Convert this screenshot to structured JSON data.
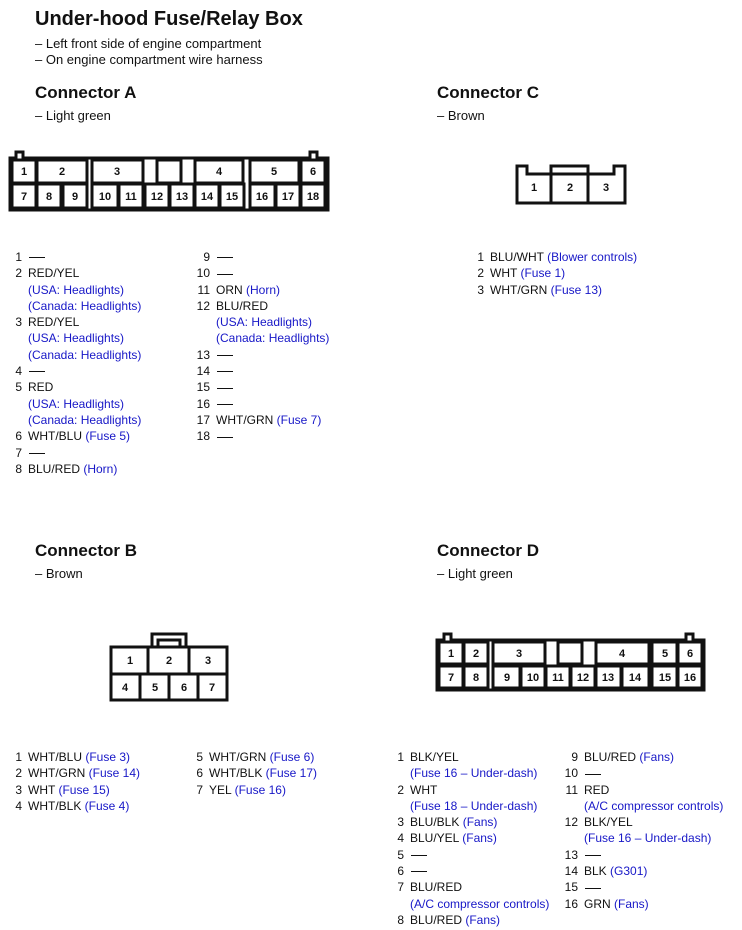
{
  "header": {
    "title": "Under-hood Fuse/Relay Box",
    "loc1": "– Left front side of engine compartment",
    "loc2": "– On engine compartment wire harness"
  },
  "connA": {
    "title": "Connector A",
    "color": "– Light green",
    "top_labels": [
      "1",
      "2",
      "3",
      "4",
      "5",
      "6"
    ],
    "bottom_labels": [
      "7",
      "8",
      "9",
      "10",
      "11",
      "12",
      "13",
      "14",
      "15",
      "16",
      "17",
      "18"
    ],
    "col1": [
      {
        "num": "1",
        "wire": "",
        "notes": []
      },
      {
        "num": "2",
        "wire": "RED/YEL",
        "notes": [
          "(USA: Headlights)",
          "(Canada: Headlights)"
        ]
      },
      {
        "num": "3",
        "wire": "RED/YEL",
        "notes": [
          "(USA: Headlights)",
          "(Canada: Headlights)"
        ]
      },
      {
        "num": "4",
        "wire": "",
        "notes": []
      },
      {
        "num": "5",
        "wire": "RED",
        "notes": [
          "(USA: Headlights)",
          "(Canada: Headlights)"
        ]
      },
      {
        "num": "6",
        "wire": "WHT/BLU",
        "inline": "(Fuse 5)",
        "notes": []
      },
      {
        "num": "7",
        "wire": "",
        "notes": []
      },
      {
        "num": "8",
        "wire": "BLU/RED",
        "inline": "(Horn)",
        "notes": []
      }
    ],
    "col2": [
      {
        "num": "9",
        "wire": "",
        "notes": []
      },
      {
        "num": "10",
        "wire": "",
        "notes": []
      },
      {
        "num": "11",
        "wire": "ORN",
        "inline": "(Horn)",
        "notes": []
      },
      {
        "num": "12",
        "wire": "BLU/RED",
        "notes": [
          "(USA: Headlights)",
          "(Canada: Headlights)"
        ]
      },
      {
        "num": "13",
        "wire": "",
        "notes": []
      },
      {
        "num": "14",
        "wire": "",
        "notes": []
      },
      {
        "num": "15",
        "wire": "",
        "notes": []
      },
      {
        "num": "16",
        "wire": "",
        "notes": []
      },
      {
        "num": "17",
        "wire": "WHT/GRN",
        "inline": "(Fuse 7)",
        "notes": []
      },
      {
        "num": "18",
        "wire": "",
        "notes": []
      }
    ]
  },
  "connC": {
    "title": "Connector C",
    "color": "– Brown",
    "labels": [
      "1",
      "2",
      "3"
    ],
    "col1": [
      {
        "num": "1",
        "wire": "BLU/WHT",
        "inline": "(Blower controls)",
        "notes": []
      },
      {
        "num": "2",
        "wire": "WHT",
        "inline": "(Fuse 1)",
        "notes": []
      },
      {
        "num": "3",
        "wire": "WHT/GRN",
        "inline": "(Fuse 13)",
        "notes": []
      }
    ]
  },
  "connB": {
    "title": "Connector B",
    "color": "– Brown",
    "top_labels": [
      "1",
      "2",
      "3"
    ],
    "bottom_labels": [
      "4",
      "5",
      "6",
      "7"
    ],
    "col1": [
      {
        "num": "1",
        "wire": "WHT/BLU",
        "inline": "(Fuse 3)",
        "notes": []
      },
      {
        "num": "2",
        "wire": "WHT/GRN",
        "inline": "(Fuse 14)",
        "notes": []
      },
      {
        "num": "3",
        "wire": "WHT",
        "inline": "(Fuse 15)",
        "notes": []
      },
      {
        "num": "4",
        "wire": "WHT/BLK",
        "inline": "(Fuse 4)",
        "notes": []
      }
    ],
    "col2": [
      {
        "num": "5",
        "wire": "WHT/GRN",
        "inline": "(Fuse 6)",
        "notes": []
      },
      {
        "num": "6",
        "wire": "WHT/BLK",
        "inline": "(Fuse 17)",
        "notes": []
      },
      {
        "num": "7",
        "wire": "YEL",
        "inline": "(Fuse 16)",
        "notes": []
      }
    ]
  },
  "connD": {
    "title": "Connector D",
    "color": "– Light green",
    "top_labels": [
      "1",
      "2",
      "3",
      "4",
      "5",
      "6"
    ],
    "bottom_labels": [
      "7",
      "8",
      "9",
      "10",
      "11",
      "12",
      "13",
      "14",
      "15",
      "16"
    ],
    "col1": [
      {
        "num": "1",
        "wire": "BLK/YEL",
        "notes": [
          "(Fuse 16 – Under-dash)"
        ]
      },
      {
        "num": "2",
        "wire": "WHT",
        "notes": [
          "(Fuse 18 – Under-dash)"
        ]
      },
      {
        "num": "3",
        "wire": "BLU/BLK",
        "inline": "(Fans)",
        "notes": []
      },
      {
        "num": "4",
        "wire": "BLU/YEL",
        "inline": "(Fans)",
        "notes": []
      },
      {
        "num": "5",
        "wire": "",
        "notes": []
      },
      {
        "num": "6",
        "wire": "",
        "notes": []
      },
      {
        "num": "7",
        "wire": "BLU/RED",
        "notes": [
          "(A/C compressor controls)"
        ]
      },
      {
        "num": "8",
        "wire": "BLU/RED",
        "inline": "(Fans)",
        "notes": []
      }
    ],
    "col2": [
      {
        "num": "9",
        "wire": "BLU/RED",
        "inline": "(Fans)",
        "notes": []
      },
      {
        "num": "10",
        "wire": "",
        "notes": []
      },
      {
        "num": "11",
        "wire": "RED",
        "notes": [
          "(A/C compressor controls)"
        ]
      },
      {
        "num": "12",
        "wire": "BLK/YEL",
        "notes": [
          "(Fuse 16 – Under-dash)"
        ]
      },
      {
        "num": "13",
        "wire": "",
        "notes": []
      },
      {
        "num": "14",
        "wire": "BLK",
        "inline": "(G301)",
        "notes": []
      },
      {
        "num": "15",
        "wire": "",
        "notes": []
      },
      {
        "num": "16",
        "wire": "GRN",
        "inline": "(Fans)",
        "notes": []
      }
    ]
  }
}
